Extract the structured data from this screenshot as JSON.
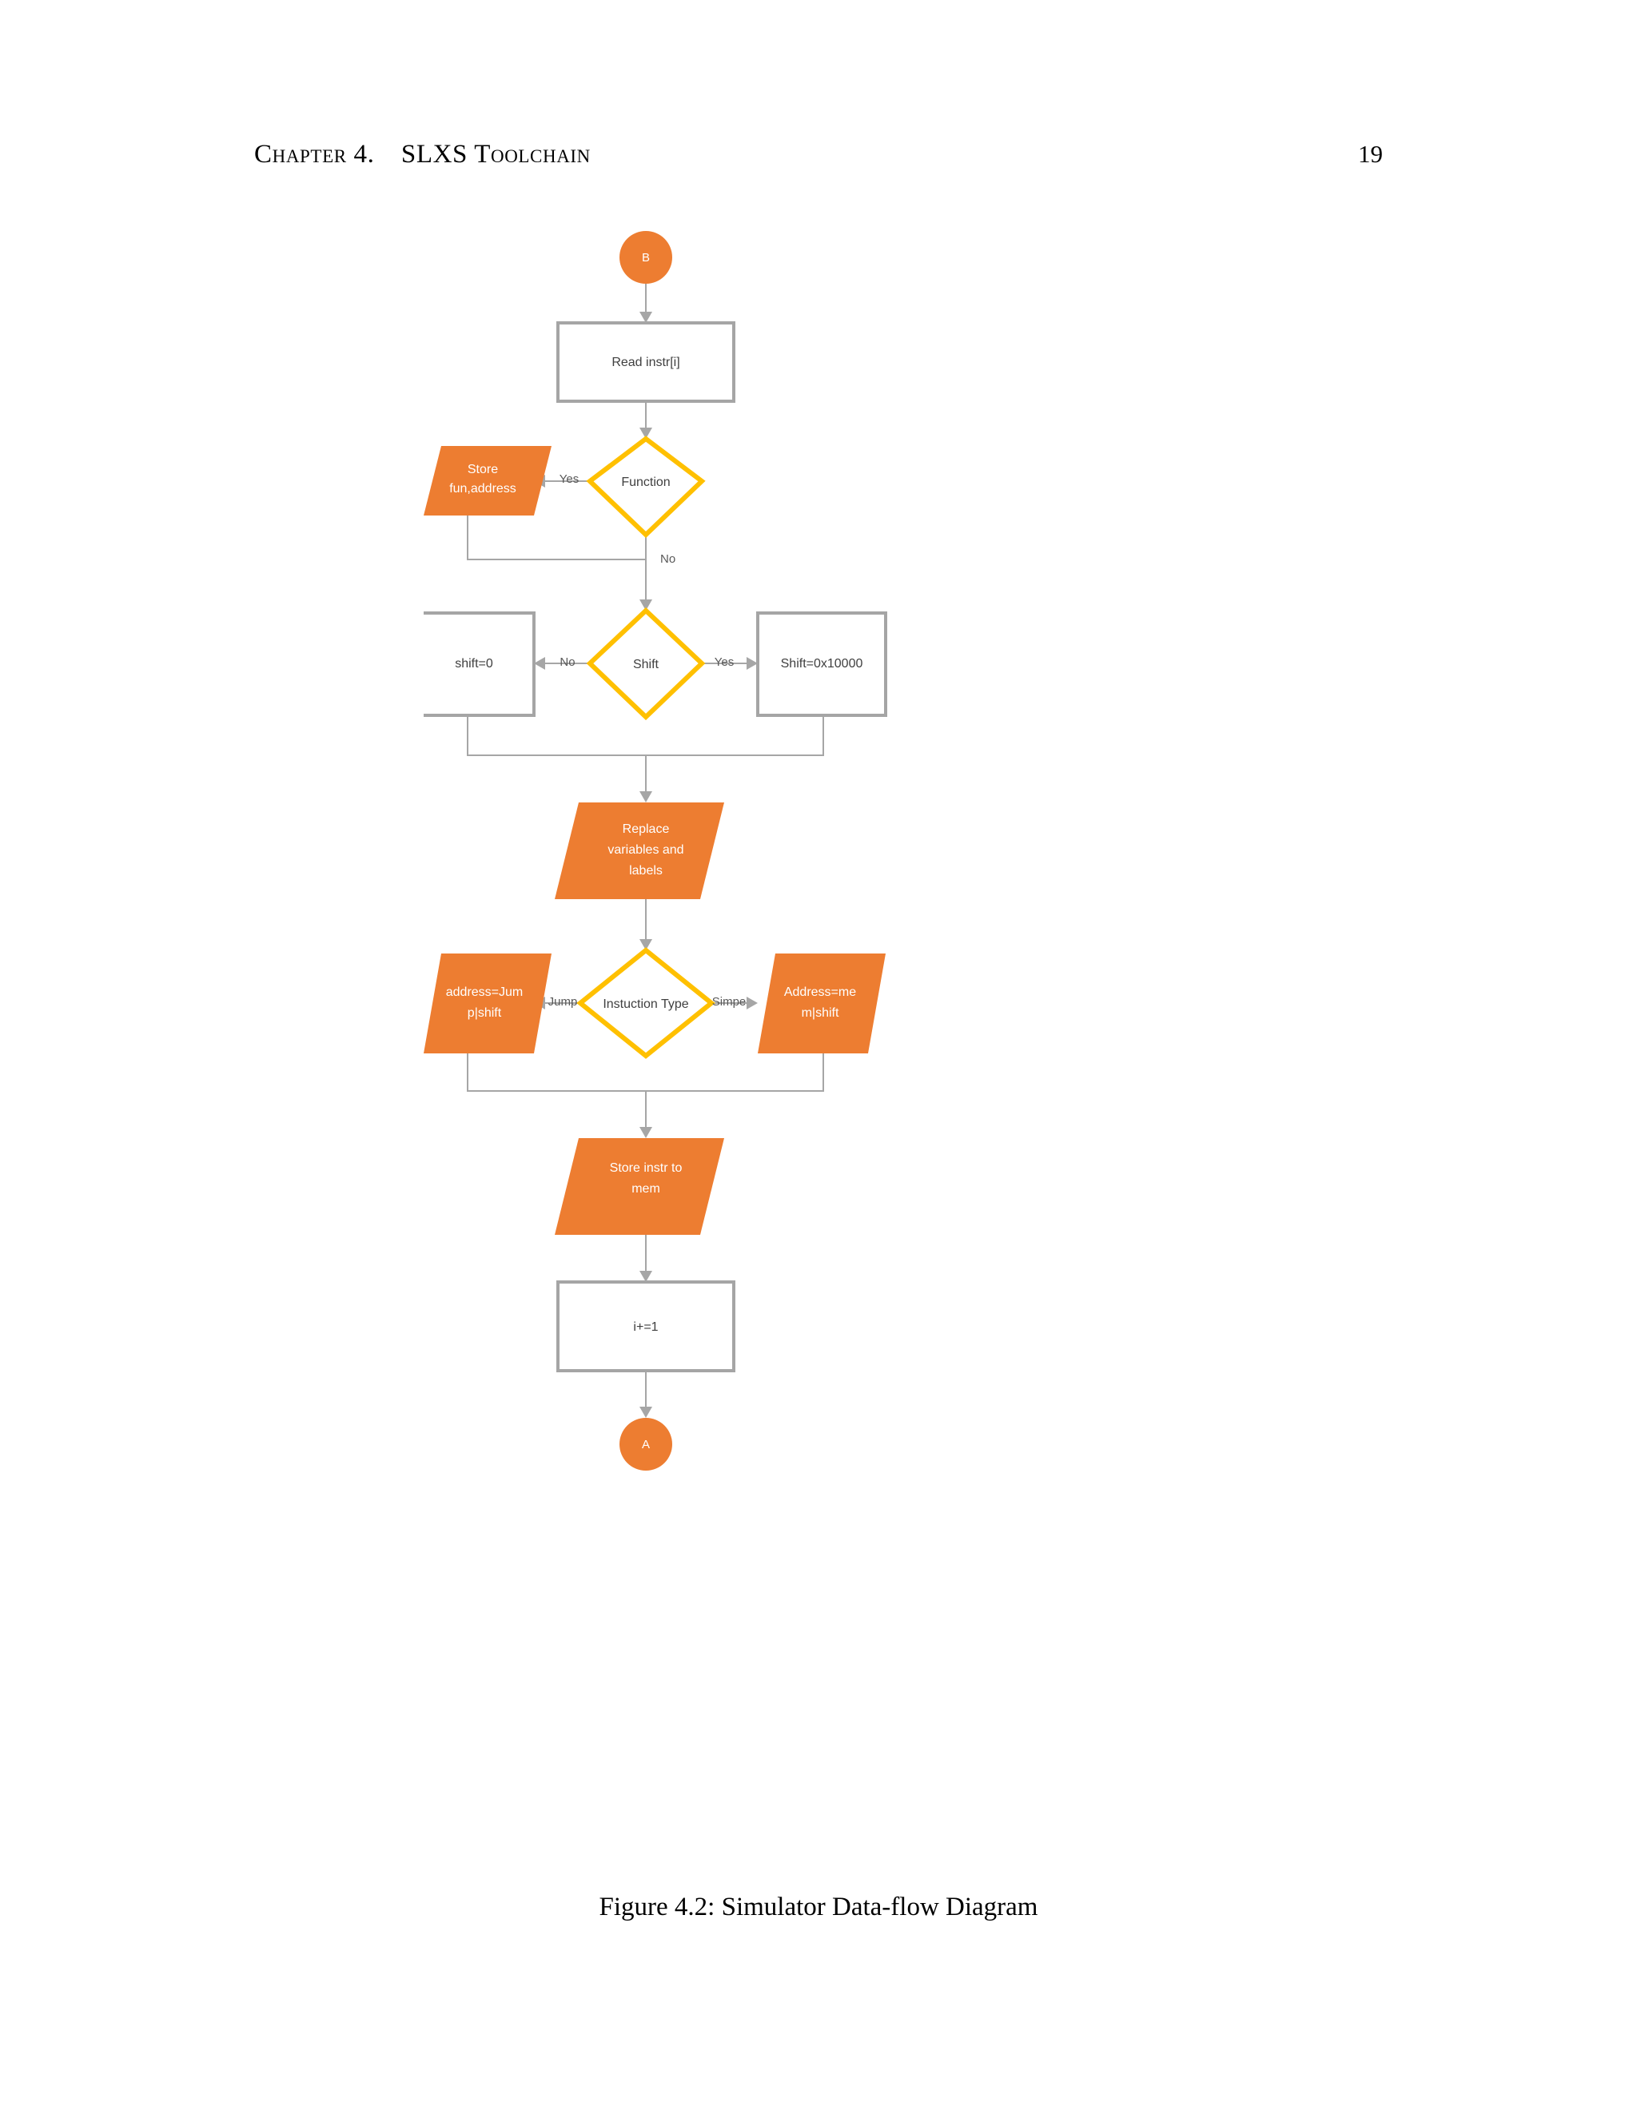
{
  "page": {
    "running_head_left": "Chapter 4.   SLXS Toolchain",
    "running_head_chapter": "Chapter 4.",
    "running_head_title": "SLXS Toolchain",
    "page_number": "19",
    "caption": "Figure 4.2: Simulator Data-flow Diagram"
  },
  "colors": {
    "orange_fill": "#ed7d31",
    "decision_stroke": "#ffc000",
    "process_stroke": "#a5a5a5",
    "connector": "#a6a6a6",
    "text_dark": "#404040",
    "text_light": "#ffffff"
  },
  "chart_data": {
    "type": "diagram",
    "title": "Simulator Data-flow Diagram",
    "nodes": [
      {
        "id": "start_b",
        "shape": "terminator",
        "label": "B"
      },
      {
        "id": "read_instr",
        "shape": "process",
        "label": "Read instr[i]"
      },
      {
        "id": "function",
        "shape": "decision",
        "label": "Function"
      },
      {
        "id": "store_fun",
        "shape": "io",
        "label_line1": "Store",
        "label_line2": "fun,address"
      },
      {
        "id": "shift",
        "shape": "decision",
        "label": "Shift"
      },
      {
        "id": "shift_zero",
        "shape": "process",
        "label": "shift=0"
      },
      {
        "id": "shift_hex",
        "shape": "process",
        "label": "Shift=0x10000"
      },
      {
        "id": "replace",
        "shape": "io",
        "label_line1": "Replace",
        "label_line2": "variables and",
        "label_line3": "labels"
      },
      {
        "id": "instr_type",
        "shape": "decision",
        "label": "Instuction Type"
      },
      {
        "id": "addr_jump",
        "shape": "io",
        "label_line1": "address=Jum",
        "label_line2": "p|shift"
      },
      {
        "id": "addr_mem",
        "shape": "io",
        "label_line1": "Address=me",
        "label_line2": "m|shift"
      },
      {
        "id": "store_instr",
        "shape": "io",
        "label_line1": "Store instr to",
        "label_line2": "mem"
      },
      {
        "id": "increment",
        "shape": "process",
        "label": "i+=1"
      },
      {
        "id": "end_a",
        "shape": "terminator",
        "label": "A"
      }
    ],
    "edges": [
      {
        "from": "start_b",
        "to": "read_instr",
        "label": ""
      },
      {
        "from": "read_instr",
        "to": "function",
        "label": ""
      },
      {
        "from": "function",
        "to": "store_fun",
        "label": "Yes"
      },
      {
        "from": "function",
        "to": "shift",
        "label": "No"
      },
      {
        "from": "store_fun",
        "to": "shift",
        "label": ""
      },
      {
        "from": "shift",
        "to": "shift_zero",
        "label": "No"
      },
      {
        "from": "shift",
        "to": "shift_hex",
        "label": "Yes"
      },
      {
        "from": "shift_zero",
        "to": "replace",
        "label": ""
      },
      {
        "from": "shift_hex",
        "to": "replace",
        "label": ""
      },
      {
        "from": "replace",
        "to": "instr_type",
        "label": ""
      },
      {
        "from": "instr_type",
        "to": "addr_jump",
        "label": "Jump"
      },
      {
        "from": "instr_type",
        "to": "addr_mem",
        "label": "Simpe"
      },
      {
        "from": "addr_jump",
        "to": "store_instr",
        "label": ""
      },
      {
        "from": "addr_mem",
        "to": "store_instr",
        "label": ""
      },
      {
        "from": "store_instr",
        "to": "increment",
        "label": ""
      },
      {
        "from": "increment",
        "to": "end_a",
        "label": ""
      }
    ],
    "edge_labels": {
      "function_yes": "Yes",
      "function_no": "No",
      "shift_no": "No",
      "shift_yes": "Yes",
      "type_jump": "Jump",
      "type_simple": "Simpe"
    }
  }
}
